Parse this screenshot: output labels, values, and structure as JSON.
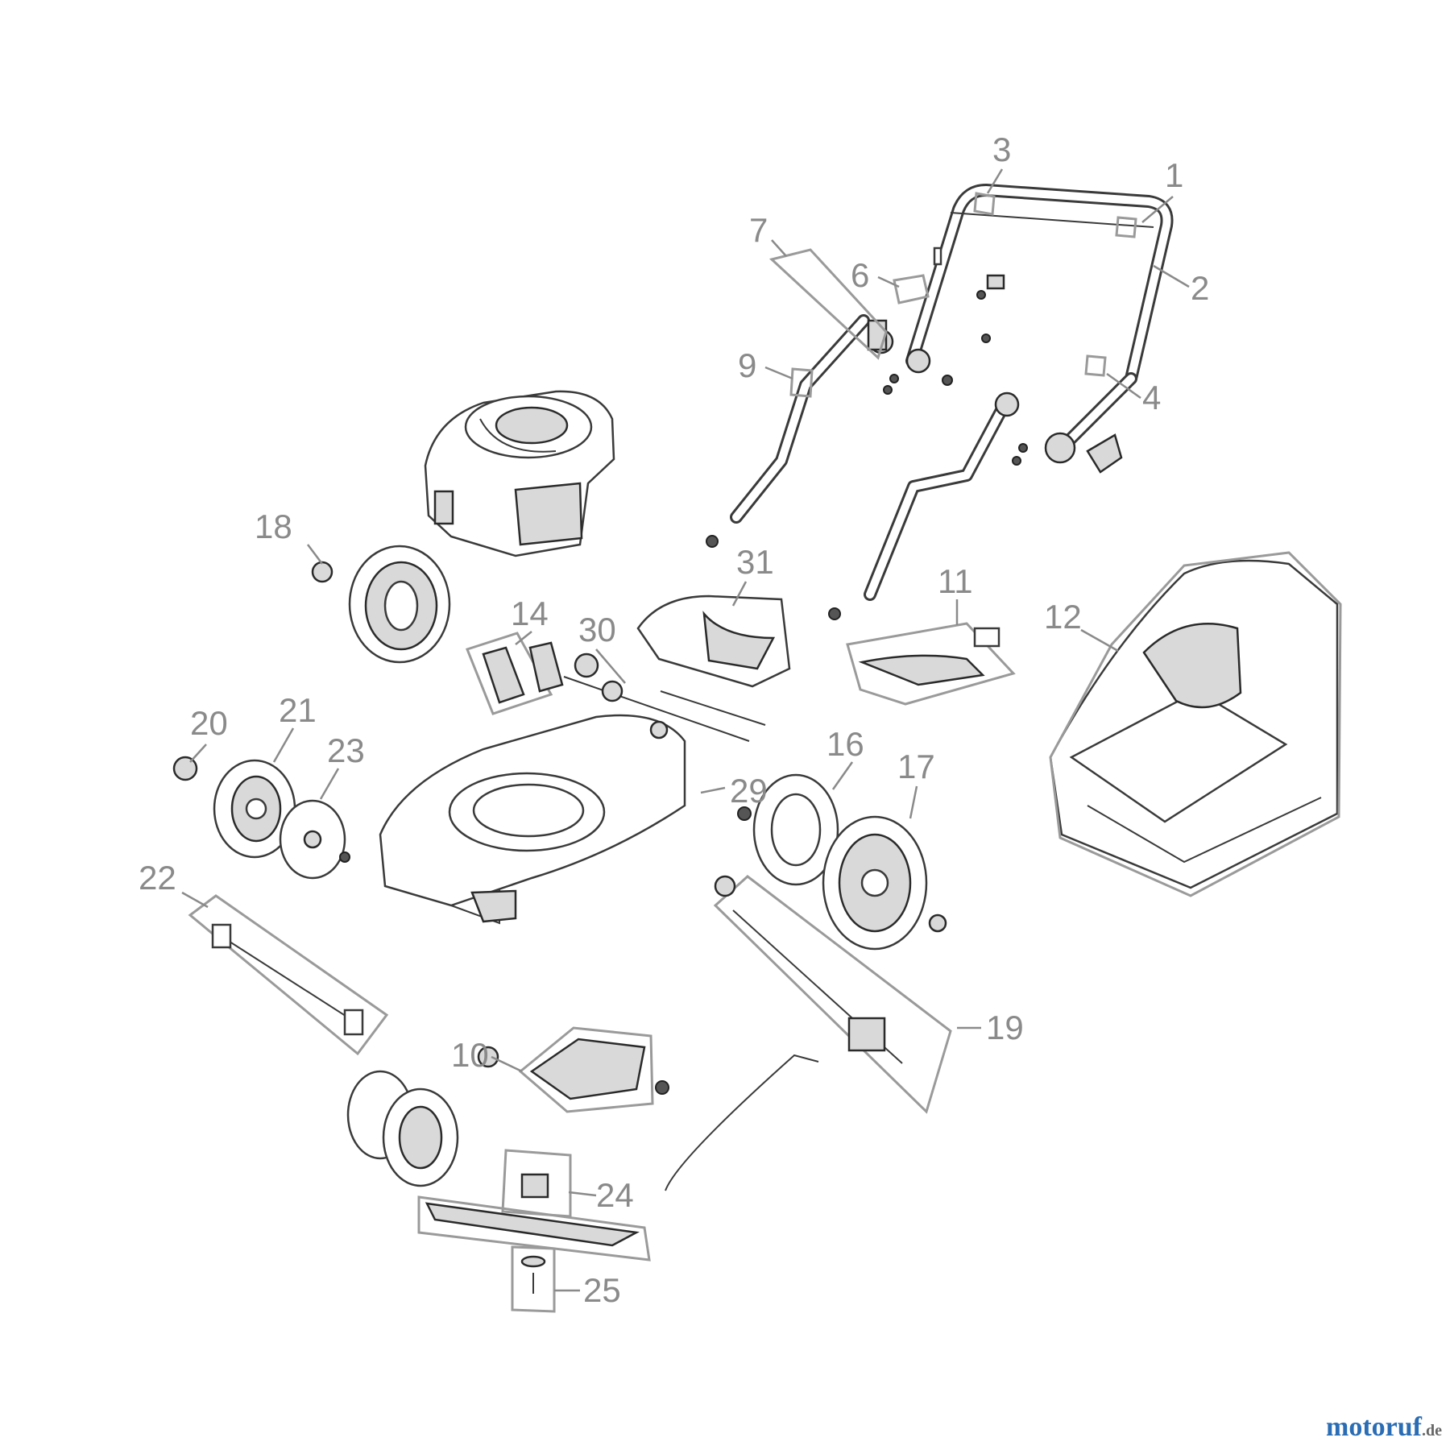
{
  "diagram": {
    "labels": [
      "1",
      "2",
      "3",
      "4",
      "6",
      "7",
      "9",
      "10",
      "11",
      "12",
      "14",
      "16",
      "17",
      "18",
      "19",
      "20",
      "21",
      "22",
      "23",
      "24",
      "25",
      "29",
      "30",
      "31"
    ],
    "watermark": {
      "brand": "motoruf",
      "suffix": ".de"
    }
  }
}
